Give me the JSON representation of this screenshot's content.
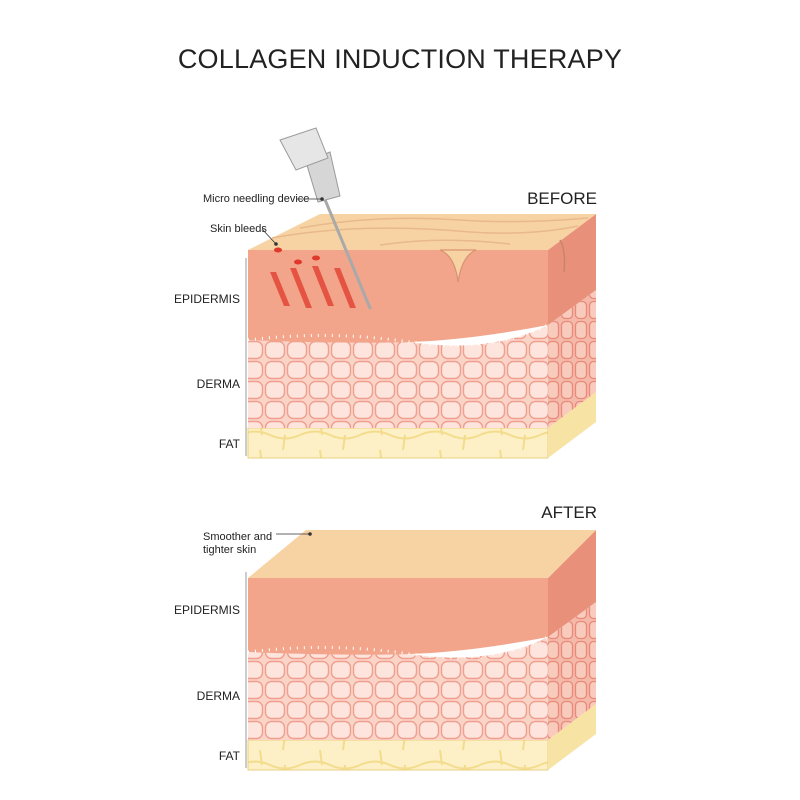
{
  "title": "COLLAGEN INDUCTION THERAPY",
  "before": {
    "heading": "BEFORE",
    "device_label": "Micro needling device",
    "bleeds_label": "Skin bleeds",
    "layers": {
      "epidermis": "EPIDERMIS",
      "derma": "DERMA",
      "fat": "FAT"
    }
  },
  "after": {
    "heading": "AFTER",
    "skin_label_line1": "Smoother and",
    "skin_label_line2": "tighter skin",
    "layers": {
      "epidermis": "EPIDERMIS",
      "derma": "DERMA",
      "fat": "FAT"
    }
  },
  "colors": {
    "surface": "#f7d3a4",
    "epidermis": "#f2a58b",
    "derma": "#fbd4c8",
    "derma_lines": "#ee9f8f",
    "fat": "#fdf0c6",
    "needle": "#c9c9c9",
    "blood": "#e0392b"
  }
}
